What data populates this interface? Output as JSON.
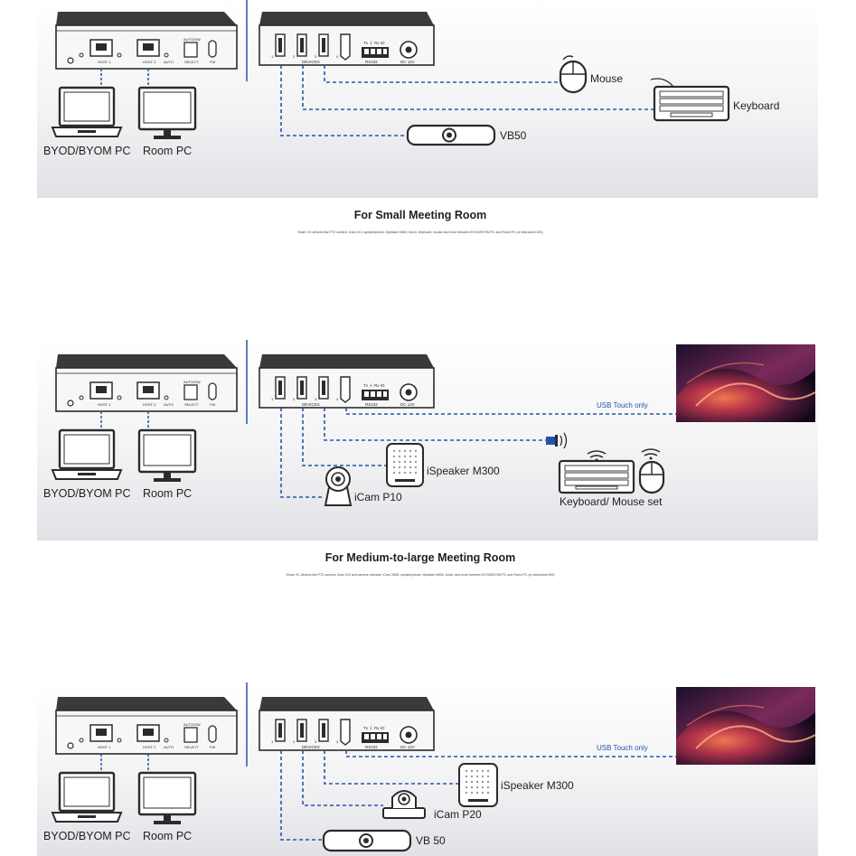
{
  "colors": {
    "panel_bg_top": "#ffffff",
    "panel_bg_bottom": "#e4e5e8",
    "device_dark": "#2b2b2b",
    "cable_blue": "#2456a8",
    "usb_label_blue": "#2456a8"
  },
  "hub": {
    "host_port_1": "HOST 1",
    "host_port_2": "HOST 2",
    "auto_label": "AUTO",
    "switch_label": "AUTO/SW",
    "select_label": "SELECT",
    "fw_label": "FW",
    "port_numbers": [
      "1",
      "2",
      "3",
      "4"
    ],
    "devices_label": "DEVICES",
    "rs232_label": "RS232",
    "txrx_label": "Tx ⏚ Rx IO",
    "dc_label": "DC 12V"
  },
  "pcs": {
    "byod": "BYOD/BYOM PC",
    "room": "Room PC"
  },
  "sections": [
    {
      "id": "small",
      "devices": {
        "mouse": "Mouse",
        "keyboard": "Keyboard",
        "vb50": "VB50"
      },
      "caption": {
        "title": "For Small Meeting Room",
        "subtitle": "Share VC devices like PTZ camera: iCam 210, speakerphone: iSpeaker M300, touch, keyboard, mouse and more between BYOD/BYOM PC and Room PC (or interactive DIS)"
      }
    },
    {
      "id": "medium",
      "devices": {
        "usb_touch": "USB Touch only",
        "ispeaker": "iSpeaker M300",
        "icam": "iCam P10",
        "kbmouse": "Keyboard/ Mouse set"
      },
      "caption": {
        "title": "For Medium-to-large Meeting Room",
        "subtitle": "Share VC devices like PTZ camera: iCam 210 and camera videobar: iCam VB50, speakerphone: iSpeaker M300, touch, and more between BYOD/BYOM PC and Room PC (or interactive DIS)"
      }
    },
    {
      "id": "large",
      "devices": {
        "usb_touch": "USB Touch only",
        "ispeaker": "iSpeaker M300",
        "icam": "iCam P20",
        "vb50": "VB 50"
      }
    }
  ]
}
